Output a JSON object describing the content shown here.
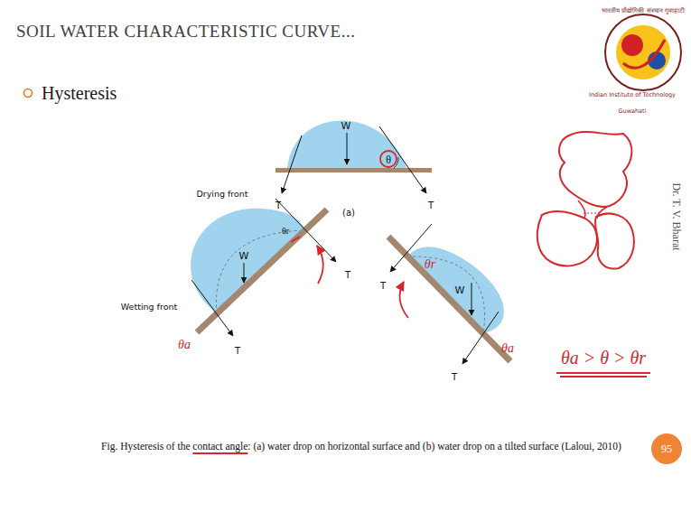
{
  "diagram": {
    "title": "SOIL WATER CHARACTERISTIC CURVE...",
    "caption": "Fig. Hysteresis of the contact angle: (a) water drop on horizontal surface and (b) water drop on a tilted surface (Laloui, 2010)",
    "nodes": [
      {
        "text": [
          "95"
        ]
      }
    ],
    "labels": [
      "Hysteresis",
      "W",
      "θ",
      "T",
      "T",
      "(a)",
      "Drying front",
      "Wetting front",
      "θr",
      "W",
      "T",
      "T",
      "θa",
      "θr",
      "W",
      "T",
      "T",
      "θa",
      "θa > θ > θr",
      "Dr. T. V. Bharat",
      "भारतीय प्रौद्योगिकी संस्थान गुवाहाटी",
      "Indian Institute of Technology Guwahati"
    ]
  }
}
